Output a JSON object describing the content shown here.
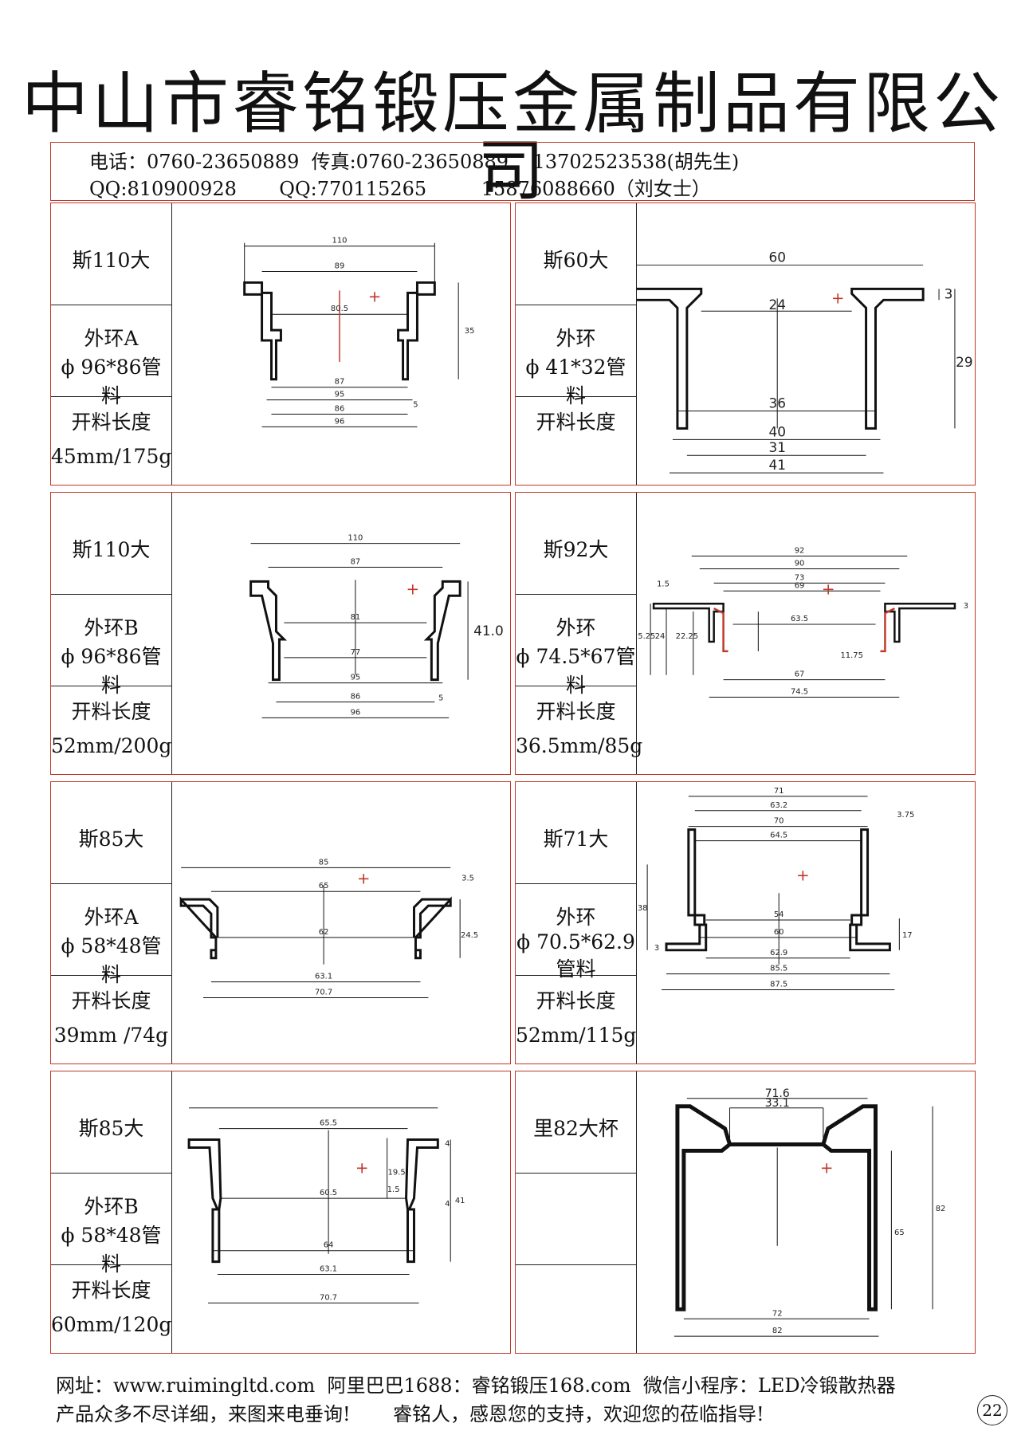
{
  "company": "中山市睿铭锻压金属制品有限公司",
  "contact": {
    "line1": "电话：0760-23650889  传真:0760-23650889    13702523538(胡先生)",
    "line2": "QQ:810900928       QQ:770115265         15876088660（刘女士）"
  },
  "panels": [
    {
      "name": "斯110大",
      "ring": "外环A",
      "pipe": "ϕ 96*86管料",
      "cut": "开料长度",
      "spec": "45mm/175g",
      "dims": [
        "110",
        "89",
        "80.5",
        "87",
        "95",
        "86",
        "96",
        "35",
        "5"
      ]
    },
    {
      "name": "斯60大",
      "ring": "外环",
      "pipe": "ϕ 41*32管料",
      "cut": "开料长度",
      "spec": "",
      "dims": [
        "60",
        "24",
        "36",
        "40",
        "31",
        "41",
        "3",
        "29"
      ]
    },
    {
      "name": "斯110大",
      "ring": "外环B",
      "pipe": "ϕ 96*86管料",
      "cut": "开料长度",
      "spec": "52mm/200g",
      "dims": [
        "110",
        "87",
        "81",
        "77",
        "95",
        "86",
        "96",
        "41.0",
        "5"
      ]
    },
    {
      "name": "斯92大",
      "ring": "外环",
      "pipe": "ϕ 74.5*67管料",
      "cut": "开料长度",
      "spec": "36.5mm/85g",
      "dims": [
        "92",
        "90",
        "73",
        "69",
        "63.5",
        "67",
        "74.5",
        "25.25",
        "24",
        "22.25",
        "11.75",
        "1.5",
        "3"
      ]
    },
    {
      "name": "斯85大",
      "ring": "外环A",
      "pipe": "ϕ 58*48管料",
      "cut": "开料长度",
      "spec": "39mm /74g",
      "dims": [
        "85",
        "65",
        "62",
        "63.1",
        "70.7",
        "3.5",
        "24.5"
      ]
    },
    {
      "name": "斯71大",
      "ring": "外环",
      "pipe": "ϕ 70.5*62.9管料",
      "cut": "开料长度",
      "spec": "52mm/115g",
      "dims": [
        "71",
        "63.2",
        "70",
        "64.5",
        "54",
        "60",
        "62.9",
        "85.5",
        "87.5",
        "3.75",
        "38",
        "17",
        "3"
      ]
    },
    {
      "name": "斯85大",
      "ring": "外环B",
      "pipe": "ϕ 58*48管料",
      "cut": "开料长度",
      "spec": "60mm/120g",
      "dims": [
        "65.5",
        "60.5",
        "64",
        "63.1",
        "70.7",
        "19.5",
        "1.5",
        "4",
        "4",
        "41"
      ]
    },
    {
      "name": "里82大杯",
      "ring": "",
      "pipe": "",
      "cut": "",
      "spec": "",
      "dims": [
        "71.6",
        "33.1",
        "72",
        "82",
        "65",
        "82"
      ]
    }
  ],
  "footer": {
    "line1": "网址：www.ruimingltd.com  阿里巴巴1688：睿铭锻压168.com  微信小程序：LED冷锻散热器",
    "line2": "产品众多不尽详细，来图来电垂询!       睿铭人，感恩您的支持，欢迎您的莅临指导!"
  },
  "page_number": "22"
}
